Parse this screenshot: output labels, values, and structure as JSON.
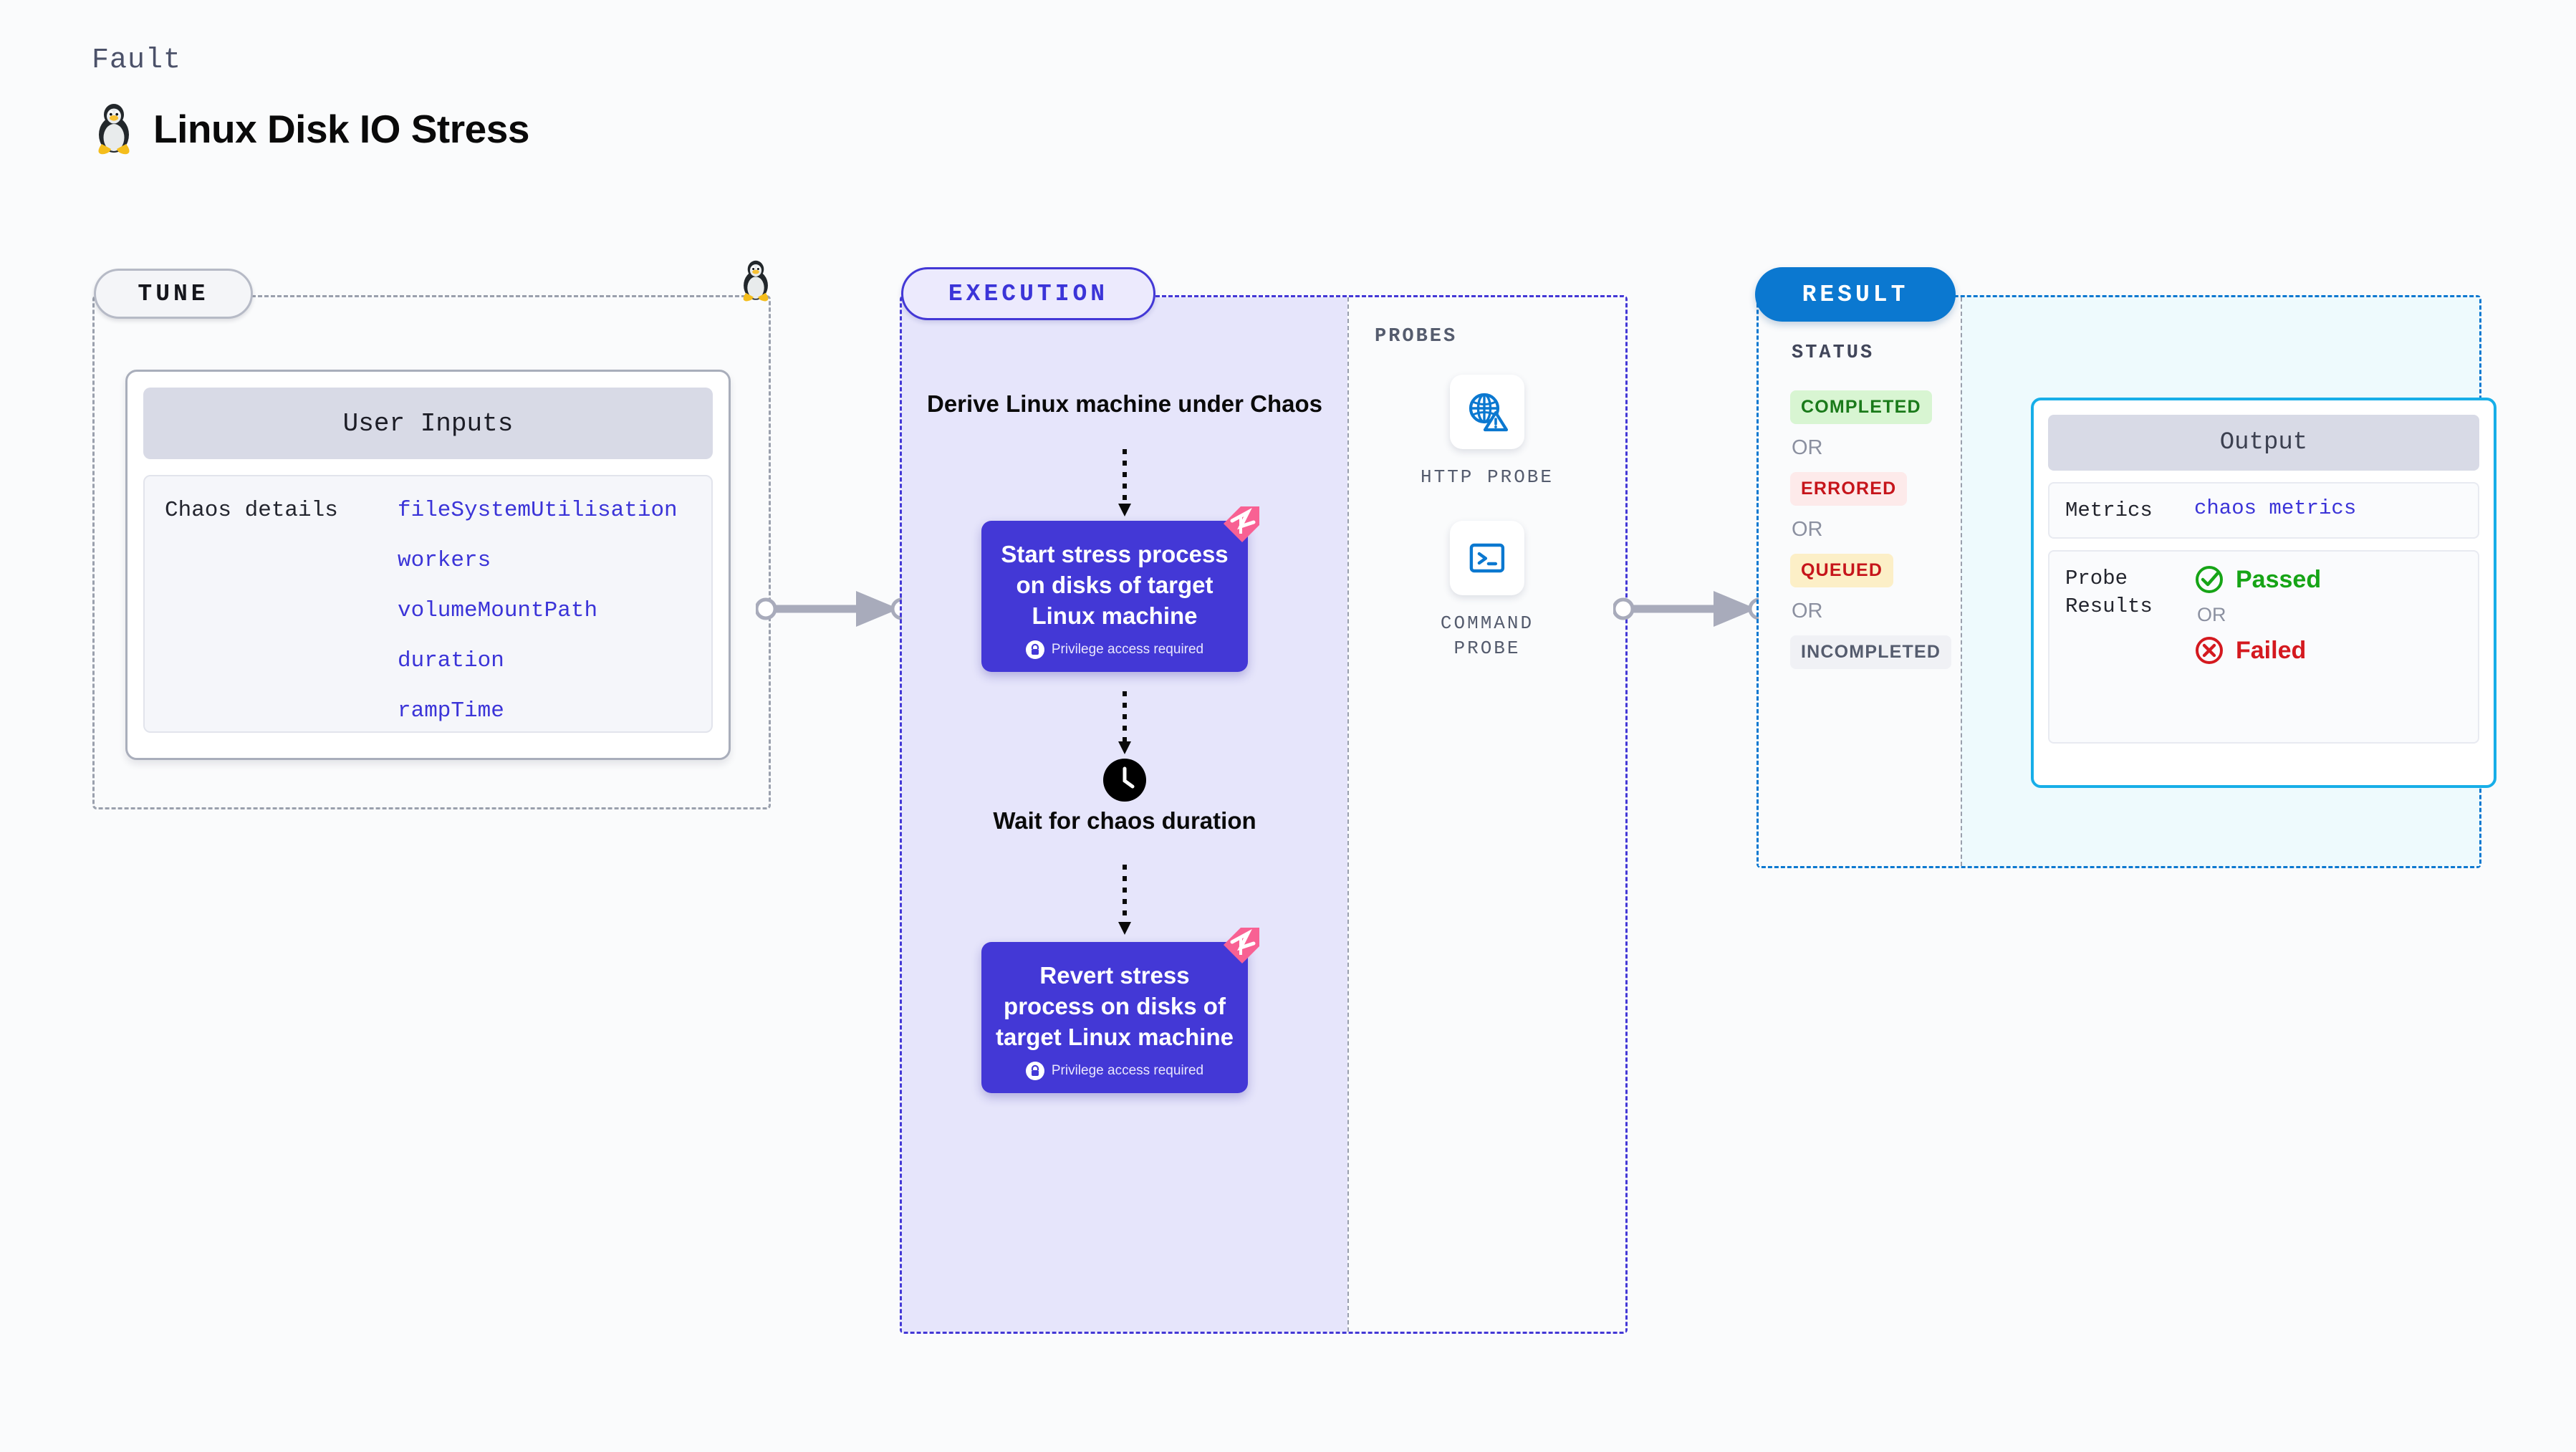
{
  "header": {
    "kicker": "Fault",
    "title": "Linux Disk IO Stress",
    "icon": "linux-penguin-icon"
  },
  "tune": {
    "badge_label": "TUNE",
    "edge_icon": "linux-penguin-icon",
    "card": {
      "header": "User Inputs",
      "row_label": "Chaos details",
      "values": [
        "fileSystemUtilisation",
        "workers",
        "volumeMountPath",
        "duration",
        "rampTime"
      ]
    }
  },
  "execution": {
    "badge_label": "EXECUTION",
    "steps": [
      {
        "type": "text",
        "label": "Derive Linux machine under Chaos"
      },
      {
        "type": "node",
        "label": "Start stress process on disks of target Linux machine",
        "note": "Privilege access required",
        "note_icon": "lock-icon",
        "badge_icon": "litmus-logo-icon"
      },
      {
        "type": "wait",
        "label": "Wait for chaos duration",
        "icon": "clock-icon"
      },
      {
        "type": "node",
        "label": "Revert stress process on disks of target Linux machine",
        "note": "Privilege access required",
        "note_icon": "lock-icon",
        "badge_icon": "litmus-logo-icon"
      }
    ]
  },
  "probes": {
    "title": "PROBES",
    "items": [
      {
        "label": "HTTP PROBE",
        "icon": "globe-warning-icon"
      },
      {
        "label": "COMMAND\nPROBE",
        "icon": "terminal-icon"
      }
    ]
  },
  "result": {
    "badge_label": "RESULT",
    "status_title": "STATUS",
    "or_label": "OR",
    "statuses": [
      {
        "label": "COMPLETED",
        "color": "#1a7a1a",
        "bg": "#d8f5d2"
      },
      {
        "label": "ERRORED",
        "color": "#c6151b",
        "bg": "#fdeaea"
      },
      {
        "label": "QUEUED",
        "color": "#c6151b",
        "bg": "#fcefc7"
      },
      {
        "label": "INCOMPLETED",
        "color": "#555c6e",
        "bg": "#f0f1f5"
      }
    ],
    "output": {
      "header": "Output",
      "metrics_label": "Metrics",
      "metrics_value": "chaos metrics",
      "probe_results_label": "Probe Results",
      "passed_label": "Passed",
      "failed_label": "Failed",
      "passed_icon": "check-circle-icon",
      "failed_icon": "x-circle-icon",
      "or_label": "OR"
    }
  },
  "colors": {
    "tune_accent": "#b6bac6",
    "execution_accent": "#4338d6",
    "result_accent": "#0b78d0",
    "output_accent": "#17aee8",
    "mono_value": "#3b34d8",
    "passed": "#16a416",
    "failed": "#d4191f"
  }
}
